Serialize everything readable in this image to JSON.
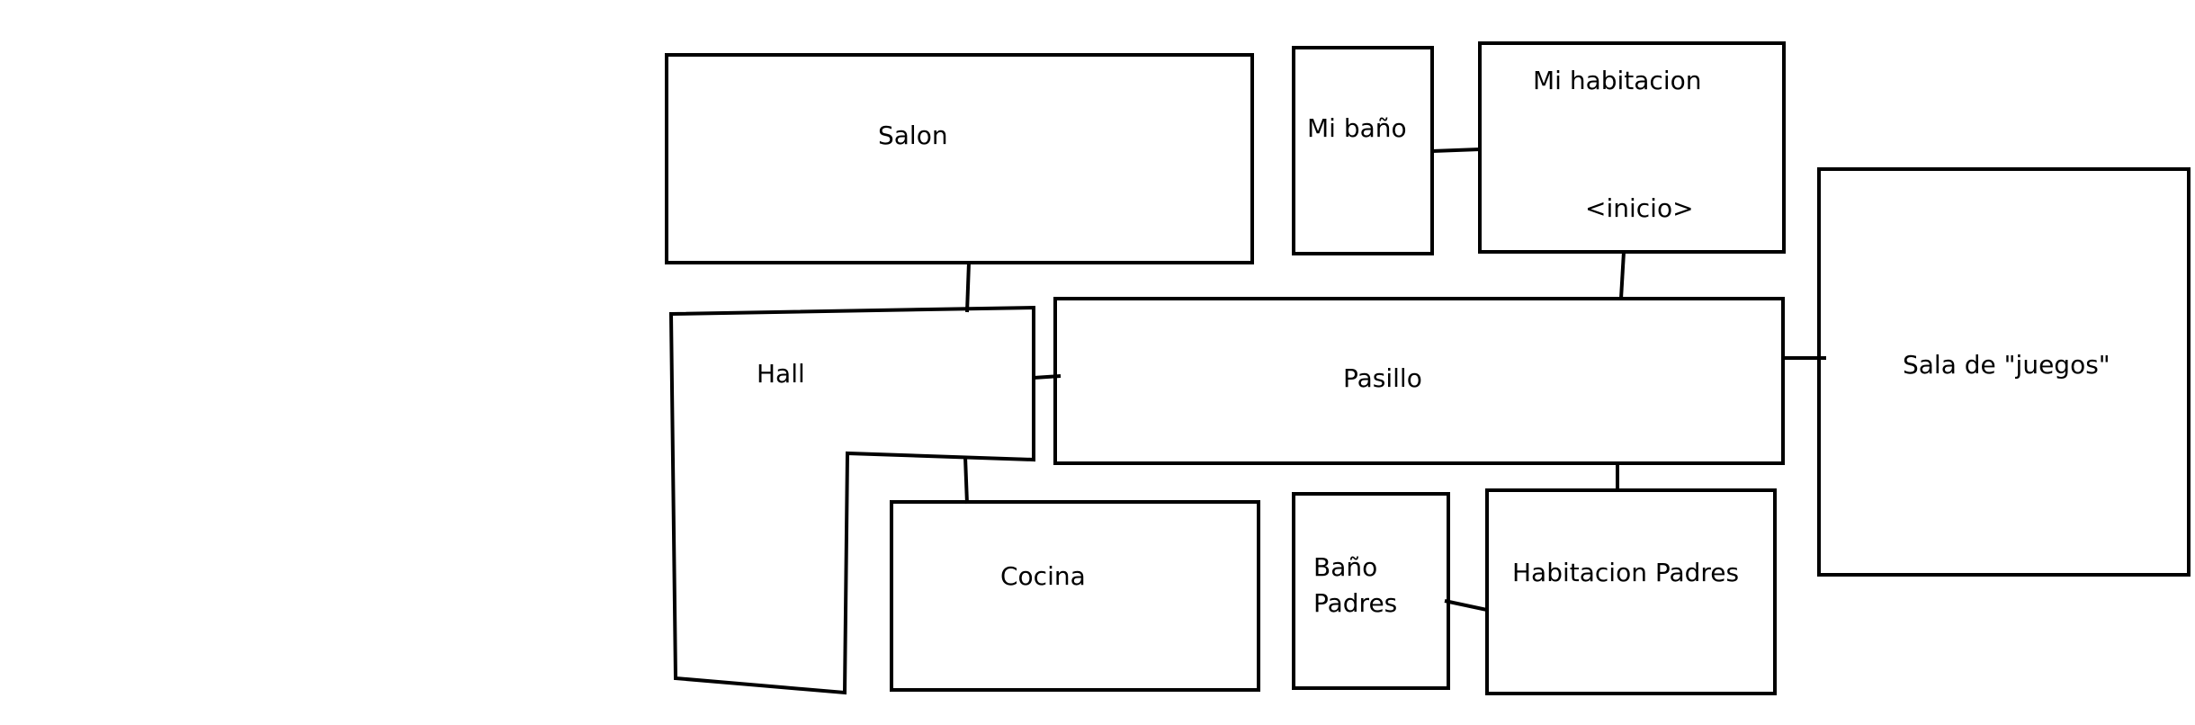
{
  "rooms": {
    "salon": "Salon",
    "mi_bano": "Mi baño",
    "mi_habitacion": "Mi habitacion",
    "inicio": "<inicio>",
    "hall": "Hall",
    "pasillo": "Pasillo",
    "sala_juegos": "Sala de \"juegos\"",
    "cocina": "Cocina",
    "bano_padres_line1": "Baño",
    "bano_padres_line2": "Padres",
    "habitacion_padres": "Habitacion Padres"
  }
}
